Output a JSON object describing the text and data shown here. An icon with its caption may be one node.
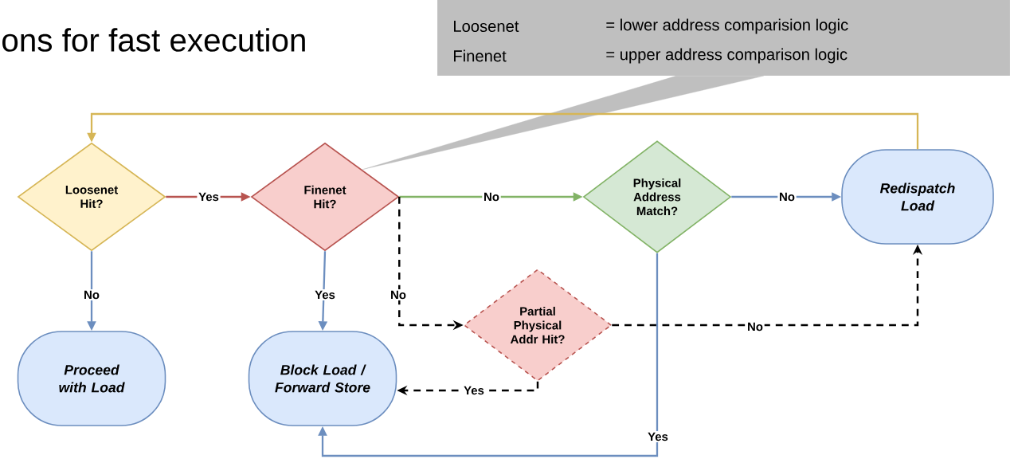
{
  "diagram": {
    "title": "ons for fast execution",
    "nodes": [
      {
        "text": [
          "Loosenet",
          "= lower address comparision logic",
          "Finenet",
          "= upper address comparison logic"
        ]
      },
      {
        "text": [
          "Loosenet Hit?"
        ]
      },
      {
        "text": [
          "Finenet Hit?"
        ]
      },
      {
        "text": [
          "Physical Address Match?"
        ]
      },
      {
        "text": [
          "Redispatch Load"
        ]
      },
      {
        "text": [
          "Partial Physical Addr Hit?"
        ]
      },
      {
        "text": [
          "Proceed with Load"
        ]
      },
      {
        "text": [
          "Block Load / Forward Store"
        ]
      }
    ],
    "edges": [
      {
        "from": 0,
        "to": 2,
        "arrow": "none",
        "color": "#bfbfbf"
      },
      {
        "from": 1,
        "to": 2,
        "arrow": "to",
        "label": "Yes",
        "color": "#b85450"
      },
      {
        "from": 2,
        "to": 3,
        "arrow": "to",
        "label": "No",
        "color": "#82b366"
      },
      {
        "from": 3,
        "to": 4,
        "arrow": "to",
        "label": "No"
      },
      {
        "from": 4,
        "to": 1,
        "arrow": "to",
        "color": "#d6b656"
      },
      {
        "from": 1,
        "to": 6,
        "arrow": "to",
        "label": "No"
      },
      {
        "from": 2,
        "to": 7,
        "arrow": "to",
        "label": "Yes"
      },
      {
        "from": 2,
        "to": 5,
        "arrow": "to",
        "label": "No",
        "style": "dashed",
        "color": "#000000"
      },
      {
        "from": 5,
        "to": 4,
        "arrow": "to",
        "label": "No",
        "style": "dashed",
        "color": "#000000"
      },
      {
        "from": 5,
        "to": 7,
        "arrow": "to",
        "label": "Yes",
        "style": "dashed",
        "color": "#000000"
      },
      {
        "from": 3,
        "to": 7,
        "arrow": "to",
        "label": "Yes"
      }
    ]
  }
}
